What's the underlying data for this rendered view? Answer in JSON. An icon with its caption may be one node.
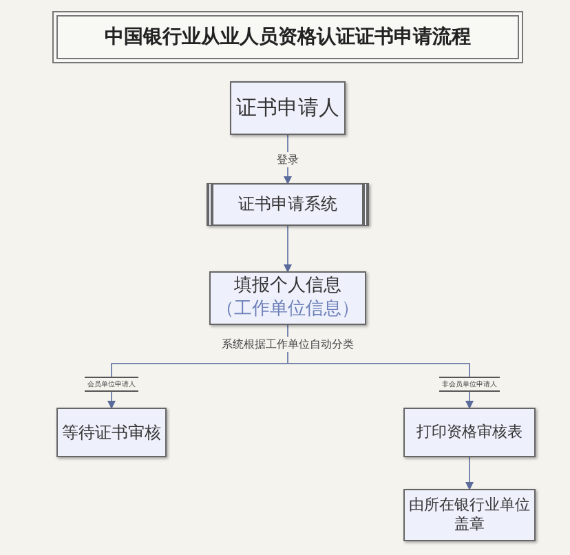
{
  "diagram": {
    "title": "中国银行业从业人员资格认证证书申请流程",
    "nodes": [
      {
        "text": [
          "证书申请人"
        ]
      },
      {
        "text": [
          "证书申请系统"
        ]
      },
      {
        "text": [
          "填报个人信息",
          "（工作单位信息）"
        ]
      },
      {
        "text": [
          "等待证书审核"
        ]
      },
      {
        "text": [
          "打印资格审核表"
        ]
      },
      {
        "text": [
          "由所在银行业单位盖章"
        ]
      }
    ],
    "edges": [
      {
        "from": 0,
        "to": 1,
        "arrow": "to",
        "label": "登录"
      },
      {
        "from": 1,
        "to": 2,
        "arrow": "to"
      },
      {
        "from": 2,
        "to": 3,
        "arrow": "to",
        "label": "会员单位申请人"
      },
      {
        "from": 2,
        "to": 4,
        "arrow": "to",
        "label": "非会员单位申请人"
      },
      {
        "from": 4,
        "to": 5,
        "arrow": "to"
      }
    ],
    "labels": [
      "系统根据工作单位自动分类"
    ]
  }
}
